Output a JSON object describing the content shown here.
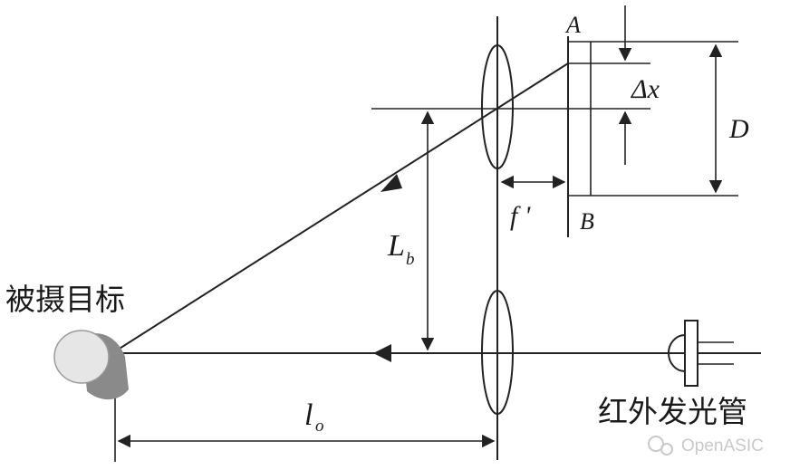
{
  "labels": {
    "point_a": "A",
    "point_b": "B",
    "delta_x": "Δx",
    "diameter": "D",
    "focal_length": "f '",
    "baseline_main": "L",
    "baseline_sub": "b",
    "distance_main": "l",
    "distance_sub": "o",
    "target": "被摄目标",
    "emitter": "红外发光管"
  },
  "watermark": {
    "text": "OpenASIC"
  },
  "colors": {
    "line": "#222222",
    "target_light": "#e6e6e6",
    "target_dark": "#8a8a8a",
    "watermark": "#c9c9c9"
  }
}
